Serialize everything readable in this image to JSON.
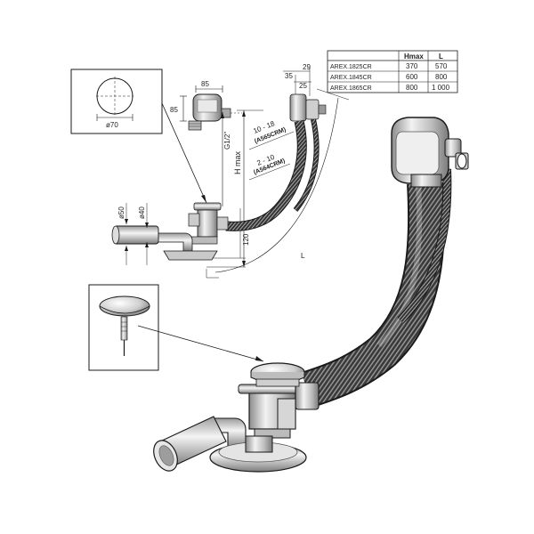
{
  "spec_table": {
    "headers": [
      "",
      "Hmax",
      "L"
    ],
    "rows": [
      {
        "model": "AREX.1825CR",
        "hmax": "370",
        "l": "570"
      },
      {
        "model": "AREX.1845CR",
        "hmax": "600",
        "l": "800"
      },
      {
        "model": "AREX.1865CR",
        "hmax": "800",
        "l": "1 000"
      }
    ]
  },
  "dimensions": {
    "cover_diameter": "ø70",
    "overflow_width": "85",
    "overflow_height": "85",
    "top_29": "29",
    "top_35": "35",
    "top_25": "25",
    "thread": "G1/2\"",
    "hmax": "H max",
    "range_a": "10 - 18",
    "range_a_model": "(A565CRM)",
    "range_b": "2 - 10",
    "range_b_model": "(A564CRM)",
    "pipe_50": "ø50",
    "pipe_40": "ø40",
    "height_120": "120",
    "length_l": "L"
  },
  "colors": {
    "line": "#1a1a1a",
    "hose_dark": "#2e2e2e",
    "metal_light": "#d9d9d9",
    "metal_mid": "#9a9a9a",
    "paper": "#ffffff"
  }
}
